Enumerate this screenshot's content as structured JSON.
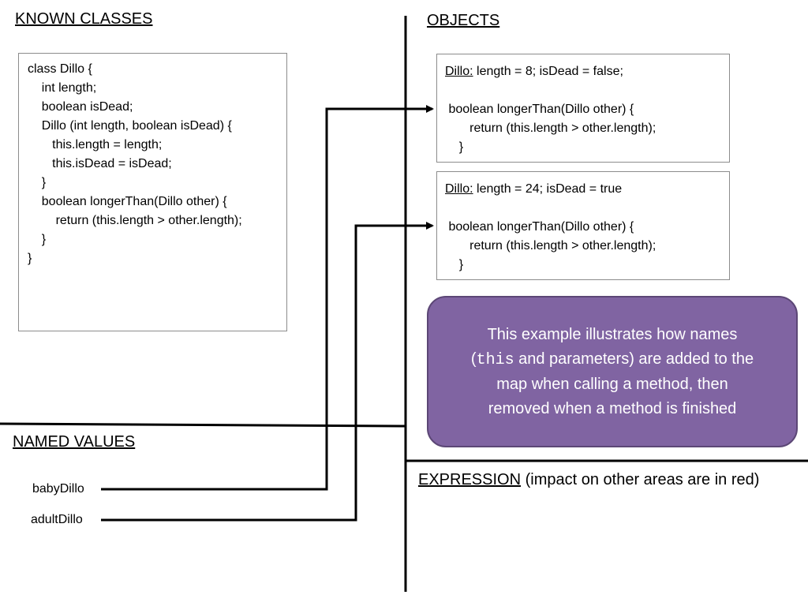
{
  "sections": {
    "known_classes": "KNOWN CLASSES",
    "objects": "OBJECTS",
    "named_values": "NAMED VALUES",
    "expression": "EXPRESSION",
    "expression_note": " (impact on other areas are in red)"
  },
  "class_code": [
    "class Dillo {",
    "    int length;",
    "    boolean isDead;",
    "",
    "    Dillo (int length, boolean isDead) {",
    "       this.length = length;",
    "       this.isDead = isDead;",
    "    }",
    "",
    "    boolean longerThan(Dillo other) {",
    "        return (this.length > other.length);",
    "    }",
    "}"
  ],
  "objects": [
    {
      "class_name": "Dillo:",
      "fields": " length = 8; isDead = false;",
      "method": [
        " boolean longerThan(Dillo other) {",
        "       return (this.length > other.length);",
        "    }"
      ]
    },
    {
      "class_name": "Dillo:",
      "fields": " length = 24; isDead = true",
      "method": [
        " boolean longerThan(Dillo other) {",
        "       return (this.length > other.length);",
        "    }"
      ]
    }
  ],
  "note": {
    "line1": "This example illustrates how names",
    "paren_open": "(",
    "keyword": "this",
    "line2_rest": " and parameters) are added to the",
    "line3": "map when calling a method, then",
    "line4": "removed when a method is finished"
  },
  "named_values": [
    "babyDillo",
    "adultDillo"
  ],
  "colors": {
    "note_fill": "#8064a2",
    "note_border": "#5c4776",
    "box_border": "#8c8c8c"
  }
}
